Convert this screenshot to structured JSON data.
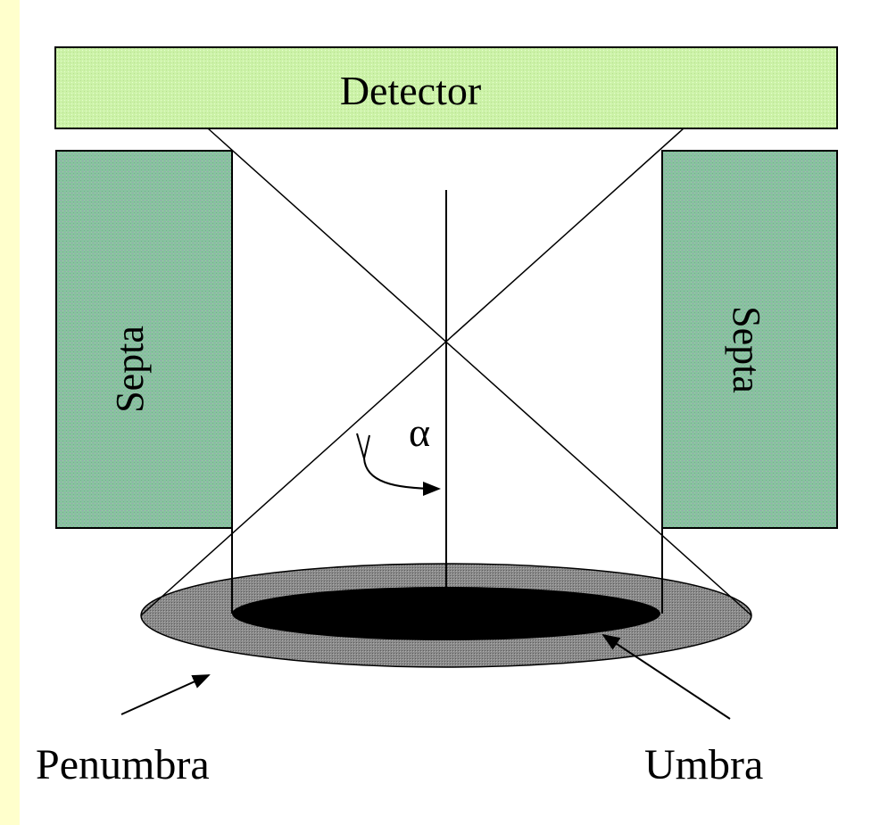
{
  "colors": {
    "page_background": "#ffffcc",
    "panel_background": "#ffffff",
    "detector_fill": "#ccf2a8",
    "septa_fill": "#88c2a0",
    "penumbra_fill": "#8a8a8a",
    "umbra_fill": "#000000",
    "line_color": "#000000"
  },
  "labels": {
    "detector": "Detector",
    "septa_left": "Septa",
    "septa_right": "Septa",
    "alpha": "α",
    "penumbra": "Penumbra",
    "umbra": "Umbra"
  }
}
